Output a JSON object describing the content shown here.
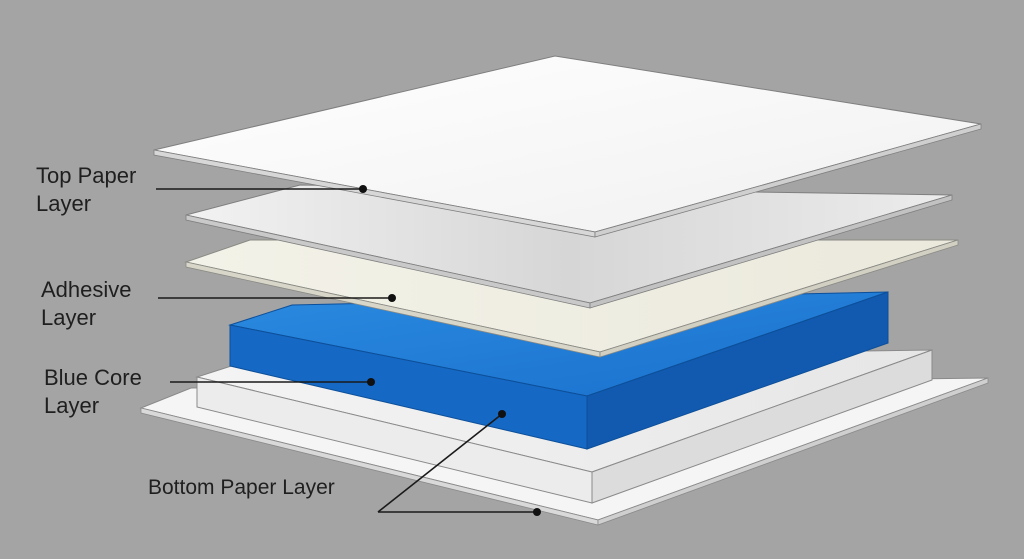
{
  "labels": {
    "top_paper": {
      "line1": "Top Paper",
      "line2": "Layer"
    },
    "adhesive": {
      "line1": "Adhesive",
      "line2": "Layer"
    },
    "blue_core": {
      "line1": "Blue Core",
      "line2": "Layer"
    },
    "bottom_paper": "Bottom Paper Layer"
  },
  "colors": {
    "background": "#a4a4a4",
    "paper": "#f7f7f7",
    "paper_gray": "#e2e2e2",
    "adhesive": "#efeee2",
    "blue_core_top": "#1f7fd8",
    "blue_core_front": "#1466c0",
    "leader_line": "#1a1a1a"
  }
}
